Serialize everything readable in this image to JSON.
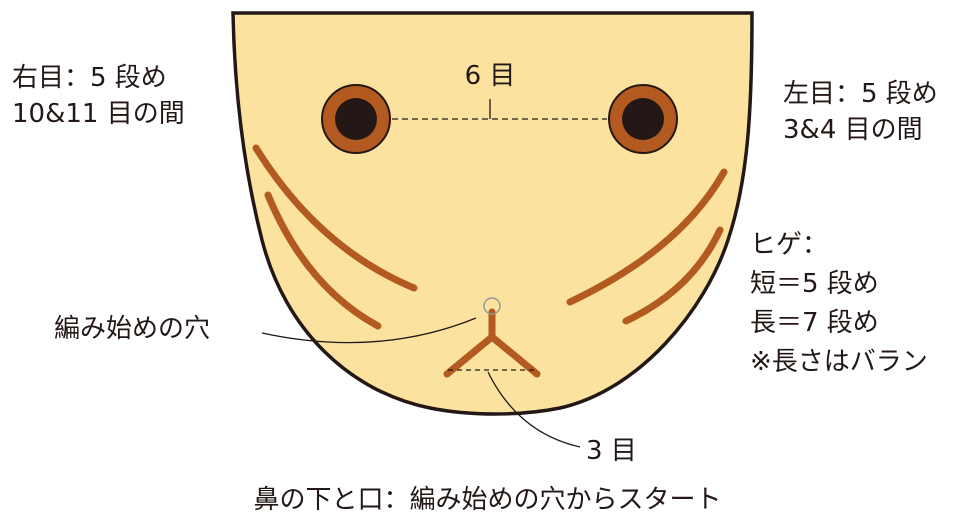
{
  "colors": {
    "face_fill": "#fbe29e",
    "outline": "#231815",
    "eye_ring": "#b25a1f",
    "eye_pupil": "#231815",
    "whisker": "#b25a1f",
    "guide_line": "#231815",
    "start_hole": "#9a9a9a"
  },
  "labels": {
    "right_eye": [
      "右目：5 段め",
      "10&11 目の間"
    ],
    "left_eye": [
      "左目：5 段め",
      "3&4 目の間"
    ],
    "eye_gap": "6 目",
    "whiskers": [
      "ヒゲ：",
      "短＝5 段め",
      "長＝7 段め",
      "※長さはバラン"
    ],
    "start_hole": "編み始めの穴",
    "mouth_width": "3 目",
    "footer": "鼻の下と口：編み始めの穴からスタート"
  },
  "icons": {
    "face": "cat-face-outline",
    "eyes": "button-eye-icon",
    "whiskers": "whisker-stitch",
    "nose_mouth": "y-stitch-mouth",
    "start_hole": "circle-marker-icon"
  }
}
